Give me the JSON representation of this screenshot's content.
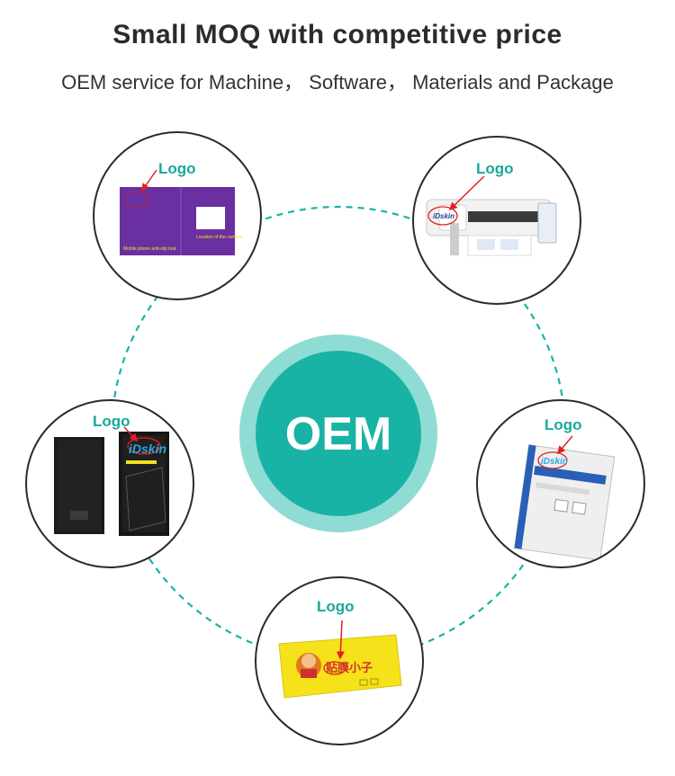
{
  "header": {
    "title": "Small MOQ with competitive price",
    "subtitle": "OEM service for Machine， Software， Materials and Package"
  },
  "center": {
    "label": "OEM"
  },
  "nodes": [
    {
      "logo_label": "Logo",
      "mat_text_left": "Mobile phone anti-slip mat",
      "mat_text_right": "Location of the camera"
    },
    {
      "logo_label": "Logo",
      "brand": "iDskin"
    },
    {
      "logo_label": "Logo",
      "brand": "iDskin"
    },
    {
      "logo_label": "Logo",
      "brand": "iDskin"
    },
    {
      "logo_label": "Logo",
      "brand": "贴膜小子"
    }
  ],
  "colors": {
    "teal": "#19b3a6",
    "teal_light": "#8fdcd4",
    "logo_green": "#1aa89a",
    "arrow_red": "#e02020",
    "mat_purple": "#6a2fa0",
    "yellow": "#f6e21a"
  }
}
